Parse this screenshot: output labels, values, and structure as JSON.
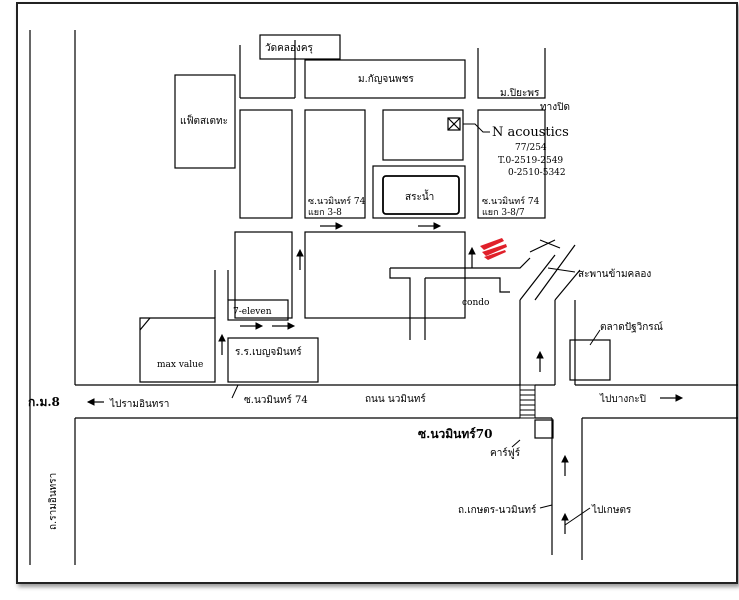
{
  "map": {
    "landmarks": {
      "wat": "วัดคลองครุ",
      "village_main": "ม.กัญจนพชร",
      "village_ppr": "ม.ปิยะพร",
      "dead_end": "ทางปิด",
      "flat": "แฟ็ตสเตทะ",
      "pond": "สระน้ำ",
      "seven_eleven": "7-eleven",
      "school": "ร.ร.เบญจมินทร์",
      "max_value": "max value",
      "condo": "condo",
      "bridge": "สะพานข้ามคลอง",
      "market": "ตลาดปัฐวิกรณ์",
      "carwash": "คาร์ฟูร์"
    },
    "company": {
      "name": "N acoustics",
      "number": "77/254",
      "phone1": "T.0-2519-2549",
      "phone2": "0-2510-5342"
    },
    "roads": {
      "soi74_left_line1": "ซ.นวมินทร์ 74",
      "soi74_left_line2": "แยก 3-8",
      "soi74_right_line1": "ซ.นวมินทร์ 74",
      "soi74_right_line2": "แยก 3-8/7",
      "soi74_bottom": "ซ.นวมินทร์ 74",
      "km8": "ก.ม.8",
      "to_ramintra": "ไปรามอินทรา",
      "nawamin_road": "ถนน นวมินทร์",
      "to_bangkapi": "ไปบางกะปิ",
      "soi70": "ซ.นวมินทร์70",
      "ramintra_road": "ถ.รามอินทรา",
      "kaset_nawamin": "ถ.เกษตร-นวมินทร์",
      "to_kaset": "ไปเกษตร"
    },
    "colors": {
      "ink": "#000000",
      "marker": "#e0202a",
      "frame": "#222222"
    }
  }
}
